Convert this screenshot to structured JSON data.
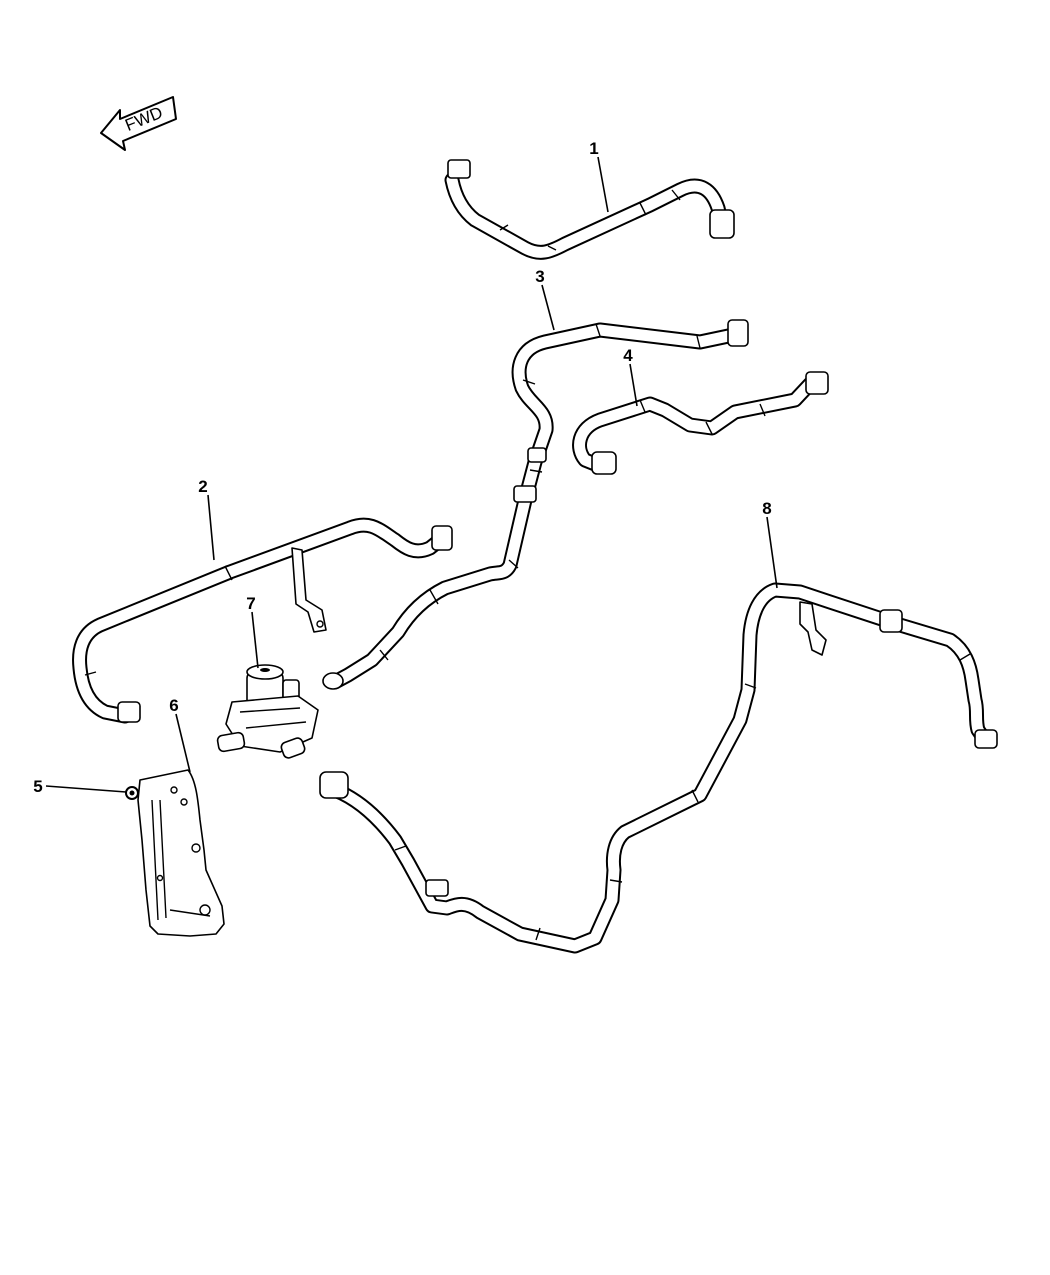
{
  "diagram": {
    "direction_label": "FWD",
    "callouts": [
      {
        "id": "1",
        "label": "1"
      },
      {
        "id": "2",
        "label": "2"
      },
      {
        "id": "3",
        "label": "3"
      },
      {
        "id": "4",
        "label": "4"
      },
      {
        "id": "5",
        "label": "5"
      },
      {
        "id": "6",
        "label": "6"
      },
      {
        "id": "7",
        "label": "7"
      },
      {
        "id": "8",
        "label": "8"
      }
    ]
  }
}
